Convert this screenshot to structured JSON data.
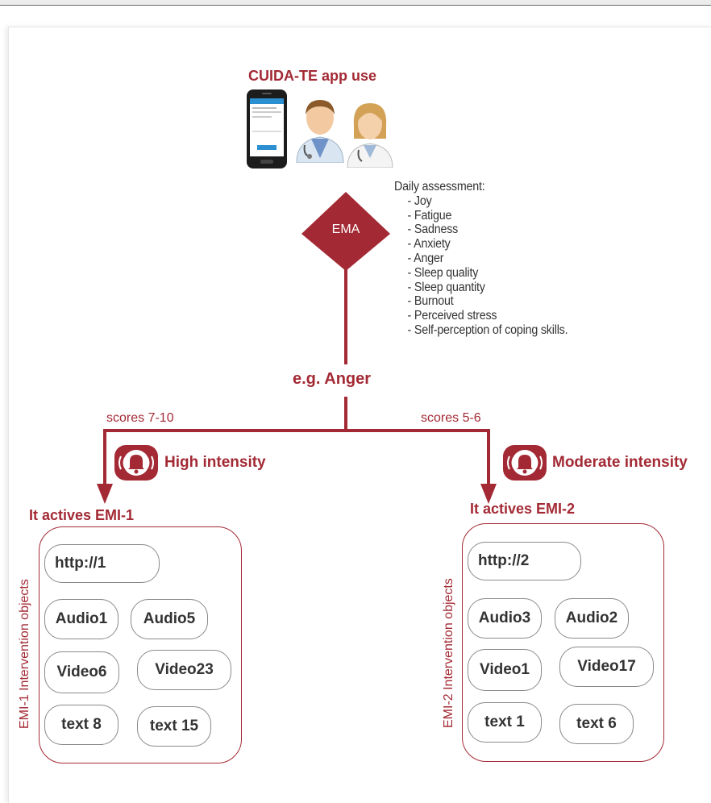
{
  "title": "CUIDA-TE app use",
  "ema_label": "EMA",
  "assessment": {
    "heading": "Daily assessment:",
    "items": [
      "Joy",
      "Fatigue",
      "Sadness",
      "Anxiety",
      "Anger",
      "Sleep quality",
      "Sleep quantity",
      "Burnout",
      "Perceived stress",
      "Self-perception of coping skills."
    ]
  },
  "example": "e.g. Anger",
  "left_branch": {
    "scores": "scores 7-10",
    "intensity": "High intensity",
    "actives": "It actives EMI-1",
    "vertical_label": "EMI-1 Intervention objects",
    "objects": [
      "http://1",
      "Audio1",
      "Audio5",
      "Video6",
      "Video23",
      "text 8",
      "text 15"
    ]
  },
  "right_branch": {
    "scores": "scores 5-6",
    "intensity": "Moderate intensity",
    "actives": "It actives EMI-2",
    "vertical_label": "EMI-2 Intervention objects",
    "objects": [
      "http://2",
      "Audio3",
      "Audio2",
      "Video1",
      "Video17",
      "text 1",
      "text 6"
    ]
  },
  "colors": {
    "accent": "#a32a35",
    "text": "#333333",
    "object_border": "#8a8a8a"
  },
  "icons": [
    "smartphone-icon",
    "male-doctor-icon",
    "female-doctor-icon",
    "alarm-bell-icon"
  ]
}
